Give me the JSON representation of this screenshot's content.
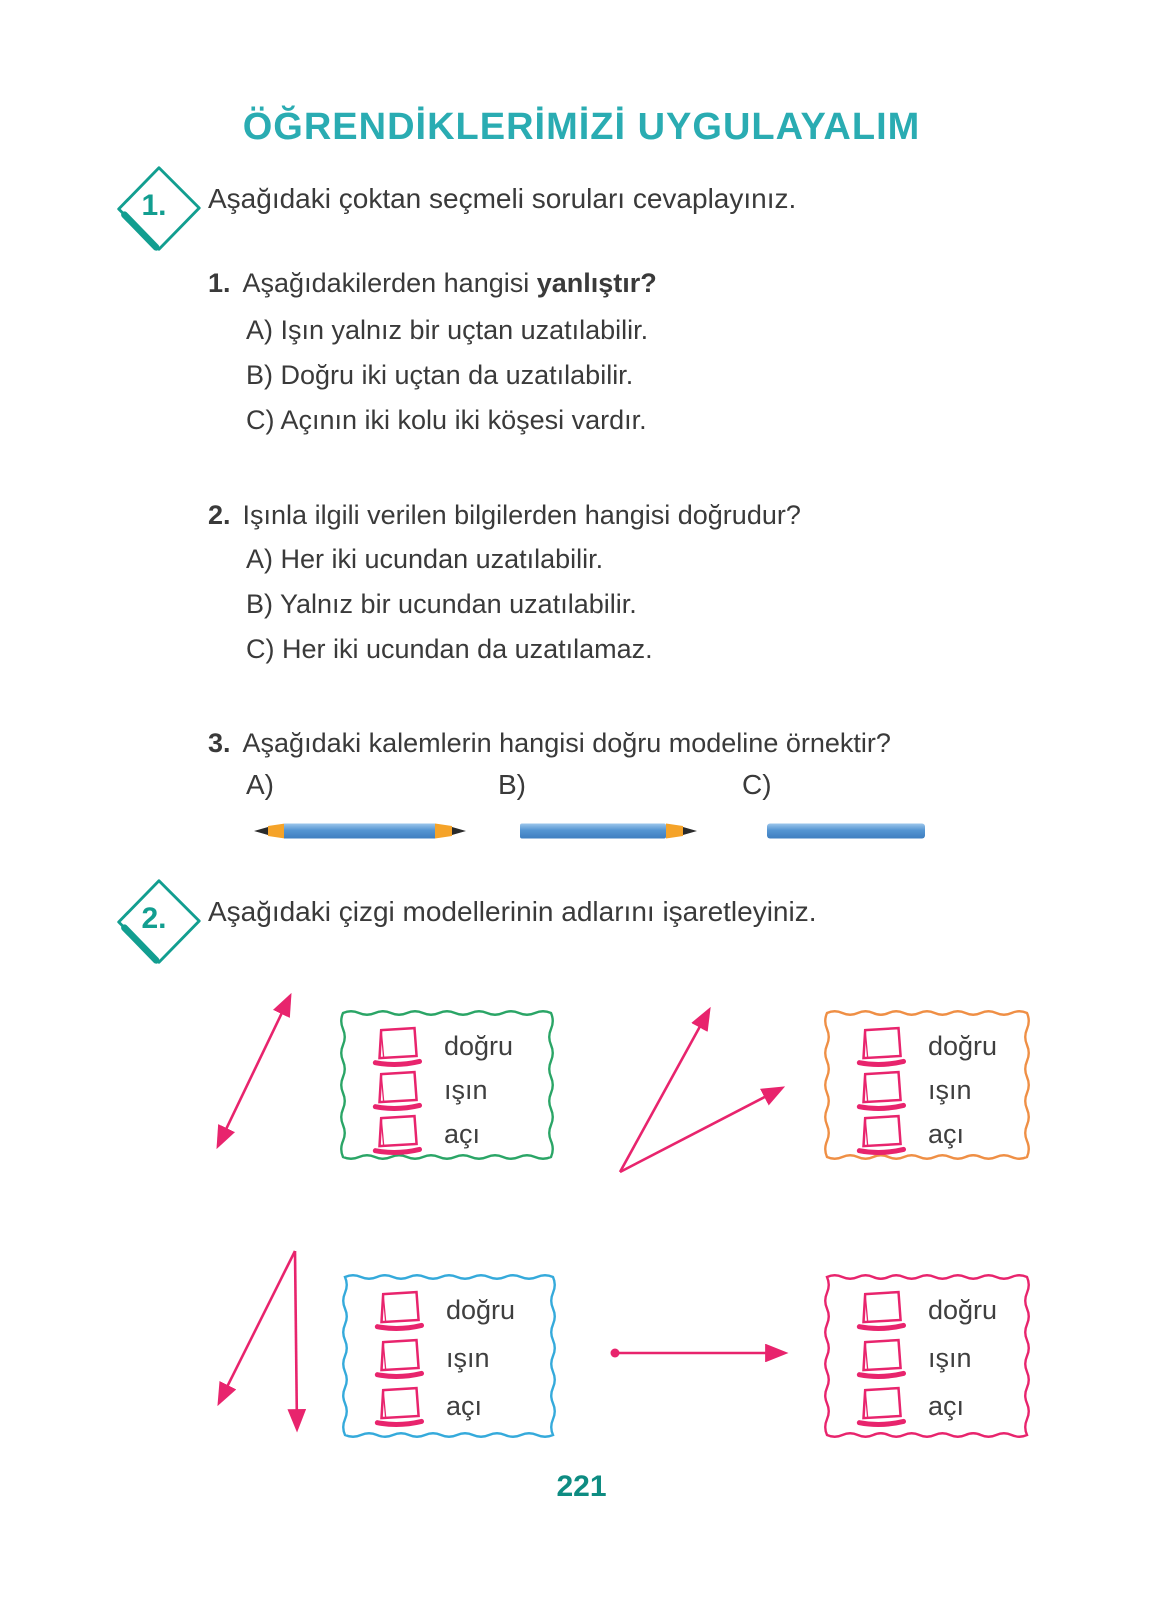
{
  "colors": {
    "title_teal": "#2aacb2",
    "badge_teal": "#129e90",
    "text_dark": "#3a3a3a",
    "pink": "#e8246d",
    "page_teal": "#0e8c82",
    "pencil_blue": "#5495d2",
    "pencil_wood": "#f5a329",
    "pencil_point": "#2b2b2b"
  },
  "header": {
    "title": "ÖĞRENDİKLERİMİZİ UYGULAYALIM"
  },
  "section1": {
    "badge": "1.",
    "instruction": "Aşağıdaki çoktan seçmeli soruları cevaplayınız.",
    "q1": {
      "number": "1.",
      "text": "Aşağıdakilerden hangisi ",
      "bold": "yanlıştır?",
      "options": [
        "A) Işın yalnız bir uçtan uzatılabilir.",
        "B) Doğru iki uçtan da uzatılabilir.",
        "C) Açının iki kolu iki köşesi vardır."
      ]
    },
    "q2": {
      "number": "2.",
      "text": "Işınla ilgili verilen bilgilerden hangisi doğrudur?",
      "options": [
        "A) Her iki ucundan uzatılabilir.",
        "B) Yalnız bir ucundan uzatılabilir.",
        "C) Her iki ucundan da uzatılamaz."
      ]
    },
    "q3": {
      "number": "3.",
      "text": "Aşağıdaki kalemlerin hangisi doğru modeline örnektir?",
      "choices": [
        "A)",
        "B)",
        "C)"
      ]
    }
  },
  "section2": {
    "badge": "2.",
    "instruction": "Aşağıdaki çizgi modellerinin adlarını işaretleyiniz.",
    "checkbox_labels": [
      "doğru",
      "ışın",
      "açı"
    ],
    "models": [
      {
        "type": "line",
        "box_color": "#2aa566"
      },
      {
        "type": "angle",
        "box_color": "#ef8f45"
      },
      {
        "type": "angle",
        "box_color": "#35aadb"
      },
      {
        "type": "ray",
        "box_color": "#e8246d"
      }
    ]
  },
  "footer": {
    "page_number": "221"
  }
}
